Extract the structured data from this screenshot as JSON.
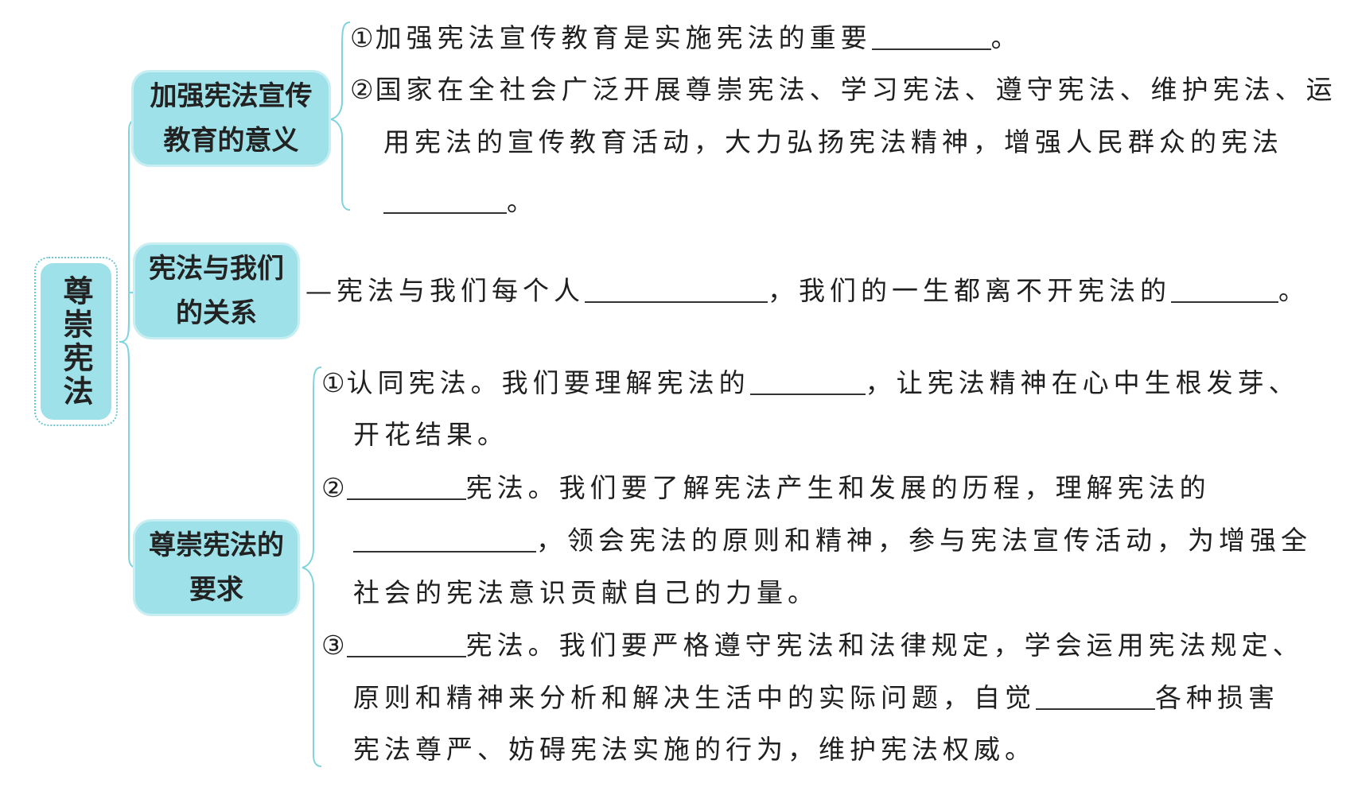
{
  "root": {
    "title": "尊崇宪法"
  },
  "nodes": [
    {
      "lines": [
        "加强宪法宣传",
        "教育的意义"
      ]
    },
    {
      "lines": [
        "宪法与我们",
        "的关系"
      ]
    },
    {
      "lines": [
        "尊崇宪法的",
        "要求"
      ]
    }
  ],
  "sections": {
    "significance": {
      "item1": {
        "num": "①",
        "text": "加强宪法宣传教育是实施宪法的重要",
        "end": "。"
      },
      "item2": {
        "num": "②",
        "line1": "国家在全社会广泛开展尊崇宪法、学习宪法、遵守宪法、维护宪法、运",
        "line2": "用宪法的宣传教育活动，大力弘扬宪法精神，增强人民群众的宪法",
        "end": "。"
      }
    },
    "relation": {
      "dash": "—",
      "part1": "宪法与我们每个人",
      "part2": "，我们的一生都离不开宪法的",
      "end": "。"
    },
    "requirements": {
      "item1": {
        "num": "①",
        "part1": "认同宪法。我们要理解宪法的",
        "part2": "，让宪法精神在心中生根发芽、",
        "line2": "开花结果。"
      },
      "item2": {
        "num": "②",
        "part1": "宪法。我们要了解宪法产生和发展的历程，理解宪法的",
        "part2": "，领会宪法的原则和精神，参与宪法宣传活动，为增强全",
        "line3": "社会的宪法意识贡献自己的力量。"
      },
      "item3": {
        "num": "③",
        "part1": "宪法。我们要严格遵守宪法和法律规定，学会运用宪法规定、",
        "part2": "原则和精神来分析和解决生活中的实际问题，自觉",
        "part3": "各种损害",
        "line3": "宪法尊严、妨碍宪法实施的行为，维护宪法权威。"
      }
    }
  }
}
